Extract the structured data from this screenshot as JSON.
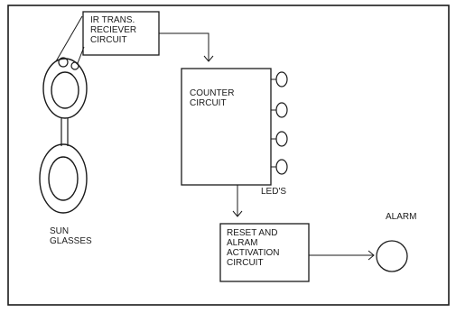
{
  "diagram": {
    "ir_circuit": {
      "lines": [
        "IR TRANS.",
        "RECIEVER",
        "CIRCUIT"
      ]
    },
    "counter_circuit": {
      "lines": [
        "COUNTER",
        "CIRCUIT"
      ]
    },
    "leds_label": "LED'S",
    "sun_glasses": {
      "lines": [
        "SUN",
        "GLASSES"
      ]
    },
    "reset_circuit": {
      "lines": [
        "RESET AND",
        "ALRAM",
        "ACTIVATION",
        "CIRCUIT"
      ]
    },
    "alarm_label": "ALARM",
    "colors": {
      "stroke": "#1a1a1a",
      "background": "#ffffff"
    }
  }
}
